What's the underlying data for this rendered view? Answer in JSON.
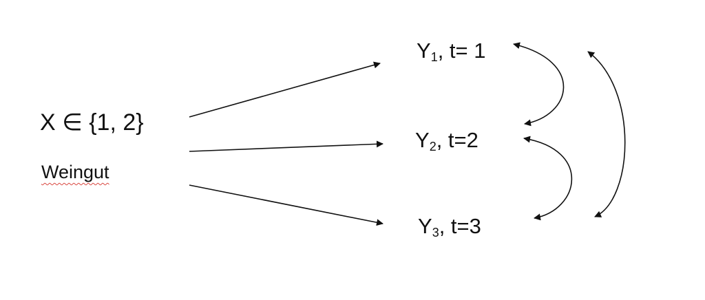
{
  "input": {
    "set_label": "X ∈ {1, 2}",
    "name": "Weingut"
  },
  "outputs": [
    {
      "var": "Y",
      "sub": "1",
      "time": ", t= 1"
    },
    {
      "var": "Y",
      "sub": "2",
      "time": ", t=2"
    },
    {
      "var": "Y",
      "sub": "3",
      "time": ", t=3"
    }
  ]
}
